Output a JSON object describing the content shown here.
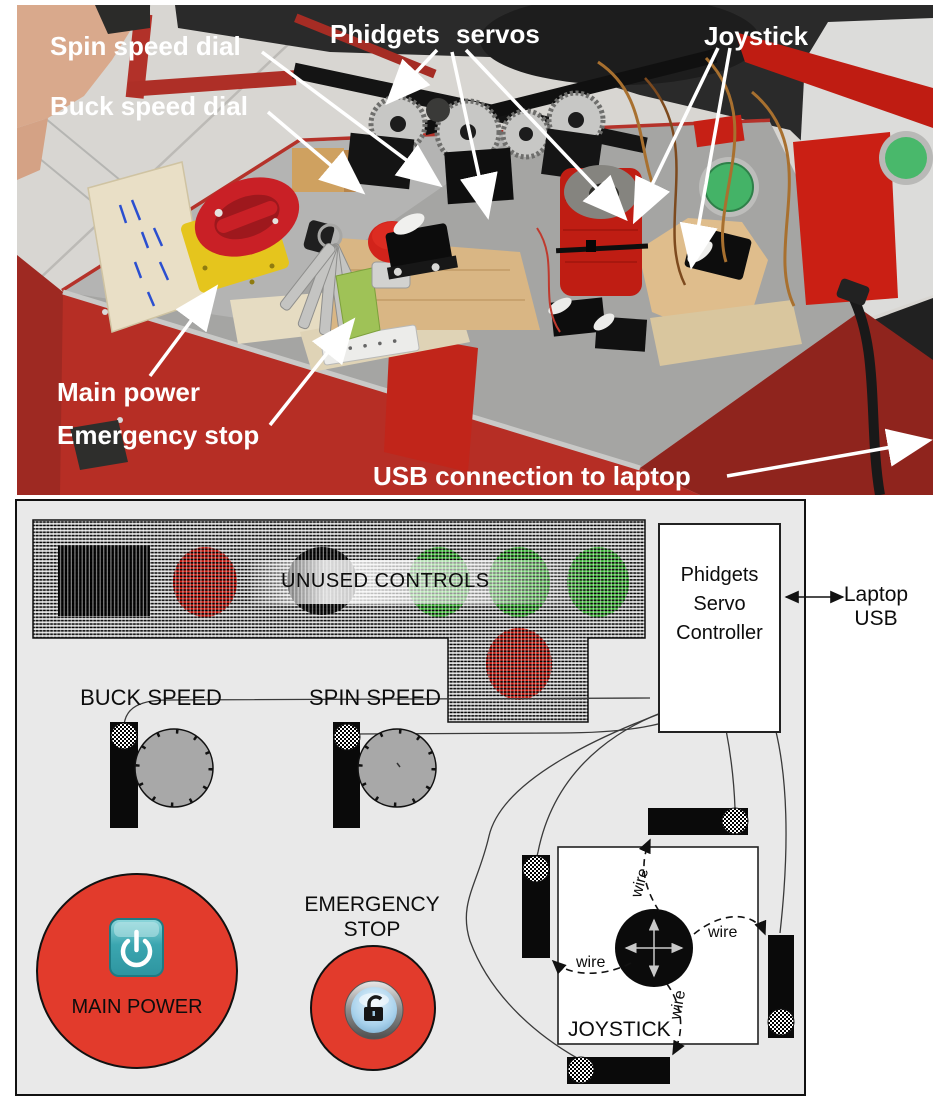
{
  "photo": {
    "labels": {
      "spin": "Spin speed dial",
      "buck": "Buck speed dial",
      "phidgets": "Phidgets servos",
      "joystick": "Joystick",
      "main_power": "Main power",
      "emergency": "Emergency stop",
      "usb": "USB connection to laptop"
    }
  },
  "diagram": {
    "unused_controls": "UNUSED CONTROLS",
    "controller": {
      "line1": "Phidgets",
      "line2": "Servo",
      "line3": "Controller"
    },
    "laptop": {
      "line1": "Laptop",
      "line2": "USB"
    },
    "buck_speed": "BUCK SPEED",
    "spin_speed": "SPIN SPEED",
    "emergency": {
      "line1": "EMERGENCY",
      "line2": "STOP"
    },
    "main_power": "MAIN POWER",
    "joystick": "JOYSTICK",
    "wire": "wire"
  },
  "colors": {
    "button_red": "#e23b2c",
    "indicator_red": "#da251b",
    "indicator_green": "#4fcf49",
    "dial_gray": "#a8a8a8",
    "diagram_bg": "#e9e9e9"
  }
}
